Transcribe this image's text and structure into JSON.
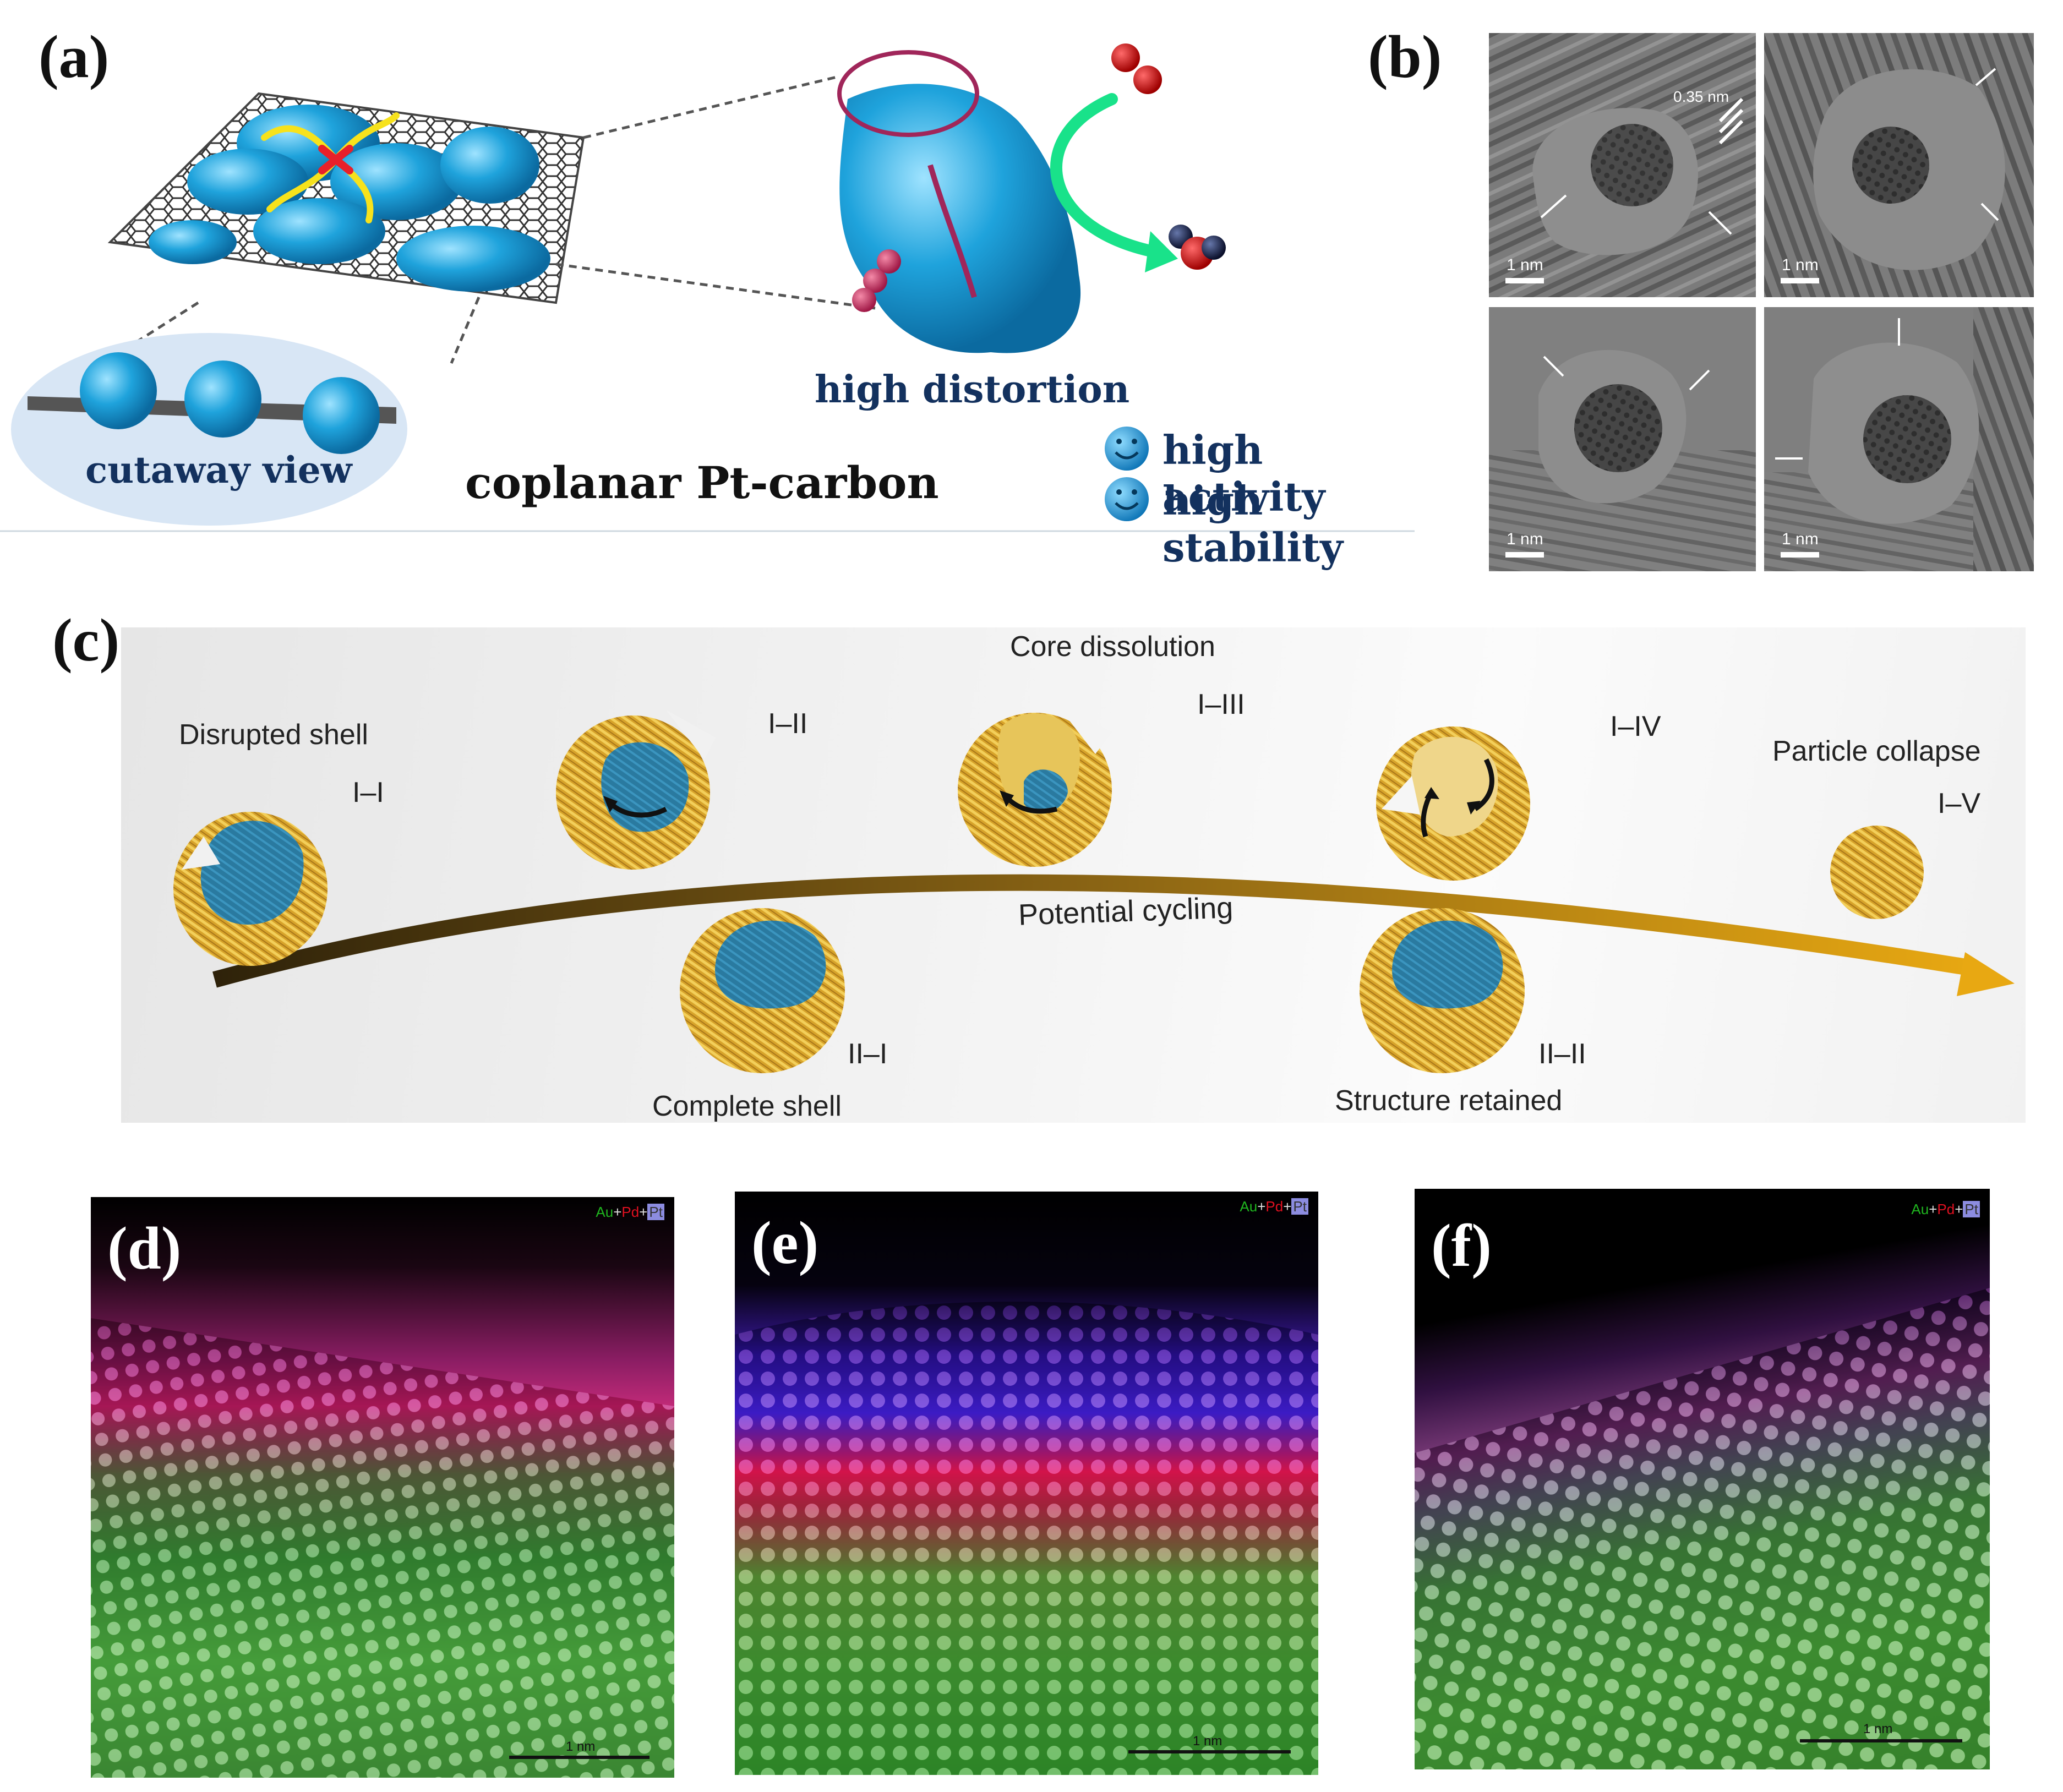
{
  "panels": {
    "a": {
      "label": "(a)",
      "cutaway_label": "cutaway view",
      "distortion_label": "high distortion",
      "title": "coplanar Pt-carbon",
      "benefits": [
        "high activity",
        "high stability"
      ]
    },
    "b": {
      "label": "(b)",
      "spacing_label": "0.35 nm",
      "scale_labels": [
        "1 nm",
        "1 nm",
        "1 nm",
        "1 nm"
      ]
    },
    "c": {
      "label": "(c)",
      "stage_captions": {
        "disrupted_shell": "Disrupted shell",
        "core_dissolution": "Core dissolution",
        "particle_collapse": "Particle collapse",
        "complete_shell": "Complete shell",
        "structure_retained": "Structure retained"
      },
      "stage_ids": [
        "I–I",
        "I–II",
        "I–III",
        "I–IV",
        "I–V",
        "II–I",
        "II–II"
      ],
      "arrow_label": "Potential cycling"
    },
    "d": {
      "label": "(d)",
      "legend": [
        "Au",
        "+",
        "Pd",
        "+",
        "Pt"
      ],
      "scale": "1 nm"
    },
    "e": {
      "label": "(e)",
      "legend": [
        "Au",
        "+",
        "Pd",
        "+",
        "Pt"
      ],
      "scale": "1 nm"
    },
    "f": {
      "label": "(f)",
      "legend": [
        "Au",
        "+",
        "Pd",
        "+",
        "Pt"
      ],
      "scale": "1 nm"
    }
  },
  "colors": {
    "pt_atom": "#1e9fd6",
    "distorted_atom": "#c0305a",
    "arrow_green": "#19e28a",
    "shell_gold": "#d9a52a",
    "core_blue": "#2a7fa6",
    "cycling_arrow": "#c48d10"
  },
  "icons": [
    "smiley-icon"
  ]
}
